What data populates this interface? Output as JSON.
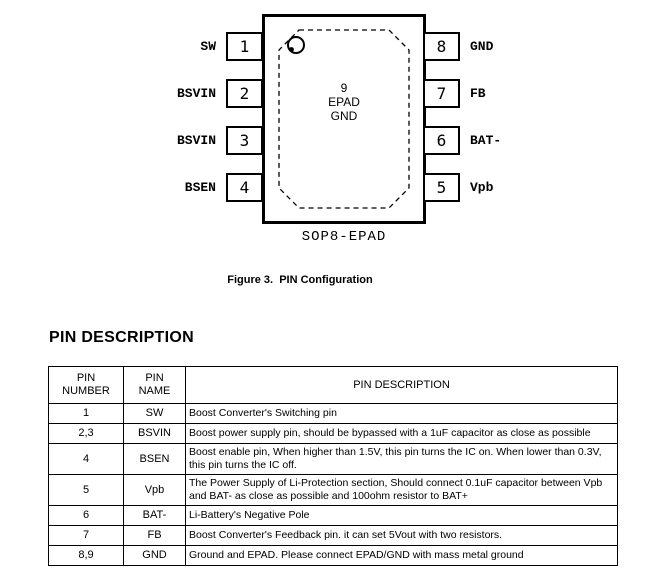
{
  "colors": {
    "background": "#ffffff",
    "ink": "#000000",
    "border": "#000000"
  },
  "diagram": {
    "center": {
      "pin_number": "9",
      "label_line1": "EPAD",
      "label_line2": "GND"
    },
    "left_pins": [
      {
        "num": "1",
        "label": "SW"
      },
      {
        "num": "2",
        "label": "BSVIN"
      },
      {
        "num": "3",
        "label": "BSVIN"
      },
      {
        "num": "4",
        "label": "BSEN"
      }
    ],
    "right_pins": [
      {
        "num": "8",
        "label": "GND"
      },
      {
        "num": "7",
        "label": "FB"
      },
      {
        "num": "6",
        "label": "BAT-"
      },
      {
        "num": "5",
        "label": "Vpb"
      }
    ],
    "package_label": "SOP8-EPAD",
    "caption": "Figure 3.  PIN Configuration"
  },
  "pin_description": {
    "title": "PIN DESCRIPTION",
    "table": {
      "header": {
        "col1_line1": "PIN",
        "col1_line2": "NUMBER",
        "col2_line1": "PIN",
        "col2_line2": "NAME",
        "col3": "PIN DESCRIPTION"
      },
      "rows": [
        {
          "number": "1",
          "name": "SW",
          "description": "Boost Converter's Switching pin"
        },
        {
          "number": "2,3",
          "name": "BSVIN",
          "description": "Boost power supply pin, should be bypassed with a 1uF capacitor as close as possible"
        },
        {
          "number": "4",
          "name": "BSEN",
          "description": "Boost enable pin, When higher than 1.5V, this pin turns the IC on. When lower than 0.3V, this pin turns the IC off."
        },
        {
          "number": "5",
          "name": "Vpb",
          "description": "The Power Supply of Li-Protection section, Should connect 0.1uF capacitor between Vpb and BAT- as close as possible and 100ohm resistor to BAT+"
        },
        {
          "number": "6",
          "name": "BAT-",
          "description": "Li-Battery's Negative Pole"
        },
        {
          "number": "7",
          "name": "FB",
          "description": "Boost Converter's Feedback pin. it can set 5Vout with two resistors."
        },
        {
          "number": "8,9",
          "name": "GND",
          "description": "Ground and EPAD. Please connect EPAD/GND with mass metal ground"
        }
      ]
    }
  }
}
